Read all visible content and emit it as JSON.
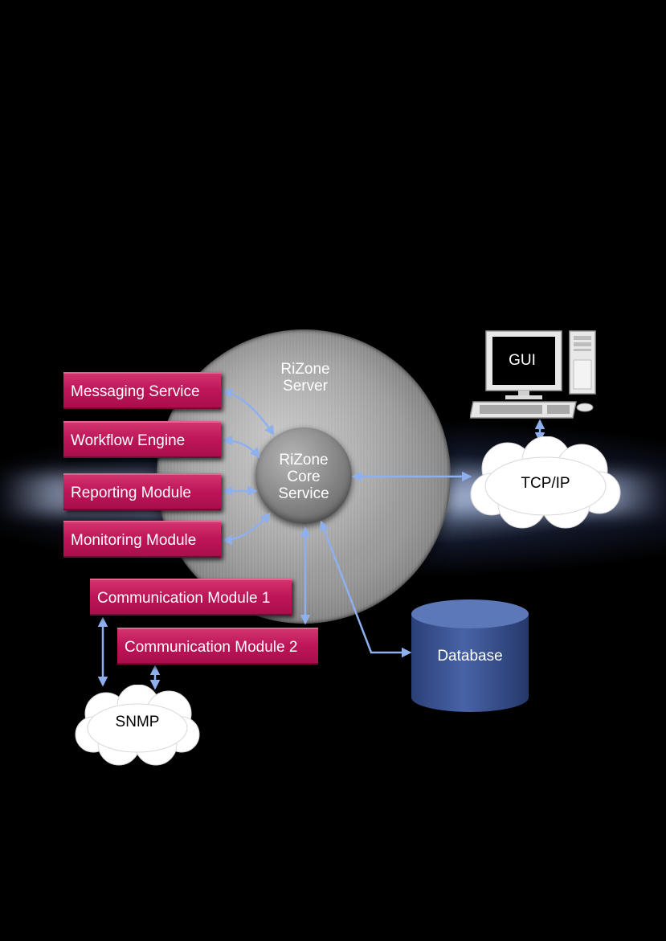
{
  "server": {
    "label_line1": "RiZone",
    "label_line2": "Server"
  },
  "core": {
    "label_line1": "RiZone",
    "label_line2": "Core",
    "label_line3": "Service"
  },
  "modules": {
    "messaging": "Messaging Service",
    "workflow": "Workflow Engine",
    "reporting": "Reporting Module",
    "monitoring": "Monitoring Module",
    "comm1": "Communication Module 1",
    "comm2": "Communication Module 2"
  },
  "gui": {
    "label": "GUI"
  },
  "network": {
    "tcpip": "TCP/IP",
    "snmp": "SNMP"
  },
  "database": {
    "label": "Database"
  },
  "colors": {
    "module_fill": "#bd1558",
    "connector": "#8fb0ee",
    "database_fill": "#3a528f"
  }
}
